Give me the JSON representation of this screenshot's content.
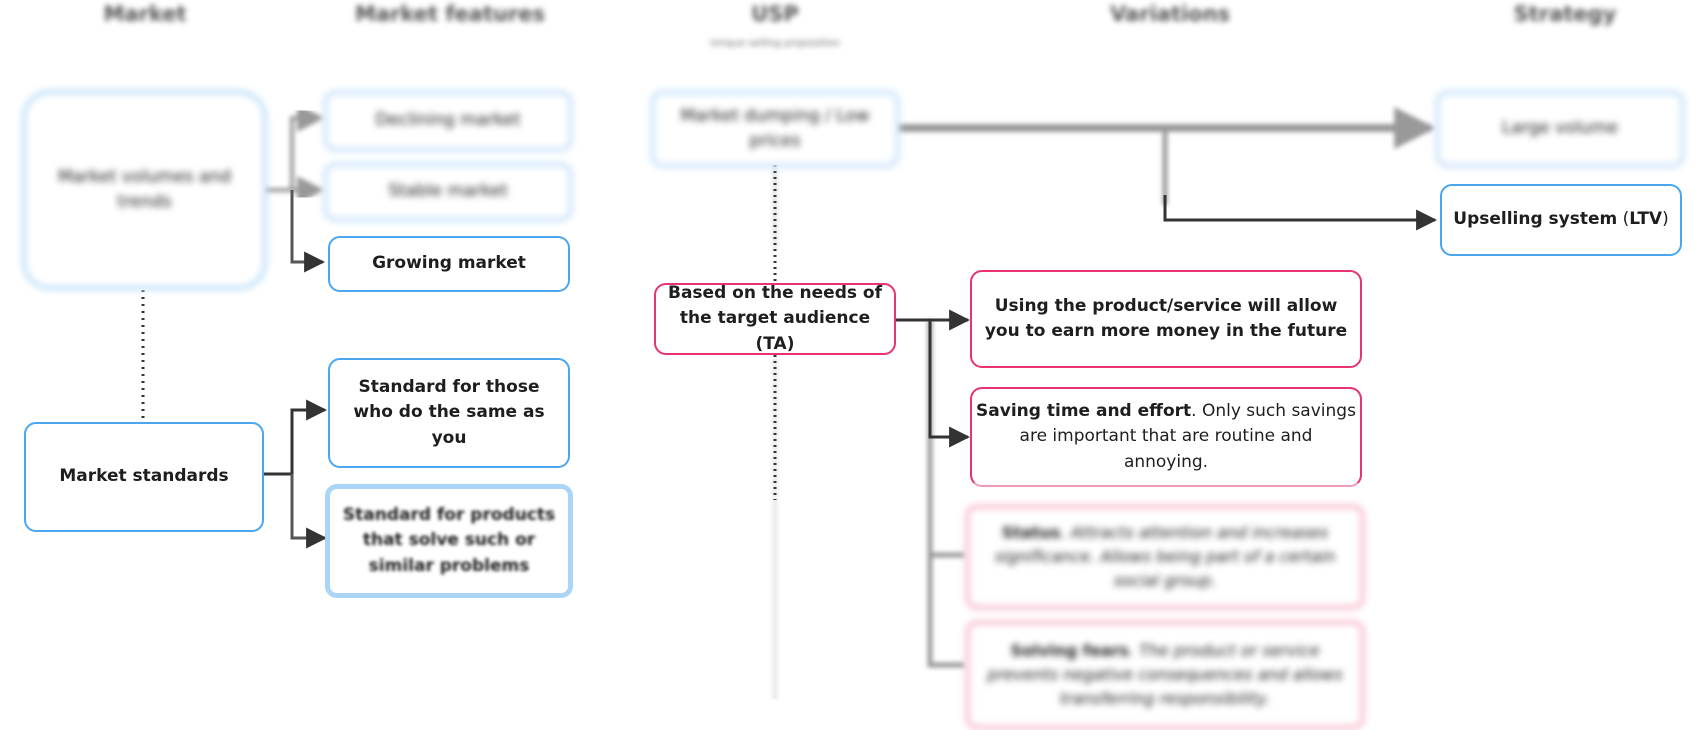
{
  "headers": {
    "market": "Market",
    "market_features": "Market features",
    "usp": "USP",
    "usp_sub": "Unique selling proposition",
    "variations": "Variations",
    "strategy": "Strategy"
  },
  "nodes": {
    "market_volumes": "Market volumes and trends",
    "declining_market": "Declining market",
    "stable_market": "Stable market",
    "growing_market": "Growing market",
    "market_standards": "Market standards",
    "standard_same": "Standard for those who do the same as you",
    "standard_products": "Standard for products that solve such or similar problems",
    "market_dumping": "Market dumping / Low prices",
    "large_volume": "Large volume",
    "upselling_bold": "Upselling system",
    "upselling_open": " (",
    "upselling_ltv": "LTV",
    "upselling_close": ")",
    "ta_needs": "Based on the needs of the target audience (TA)",
    "earn_more": "Using the product/service will allow you to earn more money in the future",
    "saving_bold": "Saving time and effort",
    "saving_rest": ". Only such savings are important that are routine and annoying.",
    "status_bold": "Status",
    "status_rest": ". Attracts attention and increases significance. Allows being part of a certain social group.",
    "fears_bold": "Solving fears",
    "fears_rest": ". The product or service prevents negative consequences and allows transferring responsibility."
  },
  "colors": {
    "blue": "#4aa6ee",
    "pink": "#e8336c",
    "arrow": "#333333"
  }
}
